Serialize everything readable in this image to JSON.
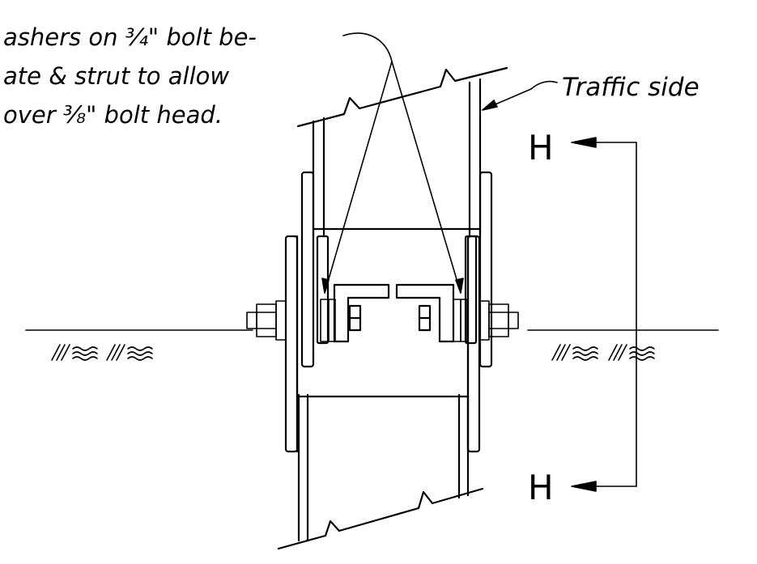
{
  "note": {
    "line1": "ashers on ¾\" bolt be-",
    "line2": "ate & strut to allow",
    "line3": "over ⅜\" bolt head."
  },
  "traffic_label": "Traffic side",
  "section": {
    "top_label": "H",
    "bottom_label": "H"
  }
}
